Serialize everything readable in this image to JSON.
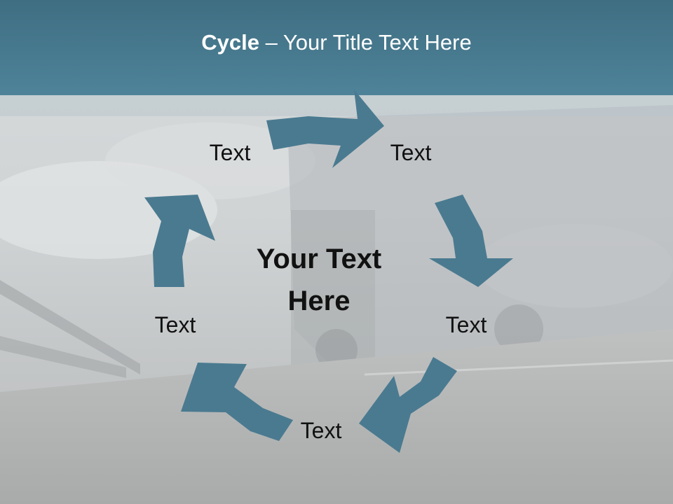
{
  "slide": {
    "title_bold": "Cycle",
    "title_rest": " – Your Title Text Here"
  },
  "cycle": {
    "center_line1": "Your Text",
    "center_line2": "Here",
    "nodes": [
      "Text",
      "Text",
      "Text",
      "Text",
      "Text"
    ]
  },
  "colors": {
    "title_bar": "#4a7f96",
    "arrow": "#4a7a90",
    "background": "#c7cbcc"
  }
}
